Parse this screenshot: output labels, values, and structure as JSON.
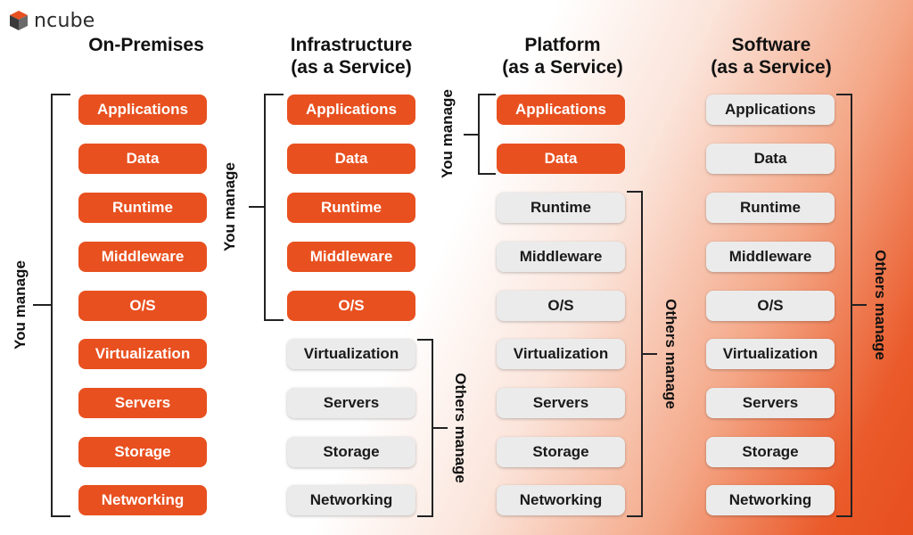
{
  "brand": {
    "name": "ncube"
  },
  "columns": [
    {
      "title": "On-Premises",
      "items": [
        "Applications",
        "Data",
        "Runtime",
        "Middleware",
        "O/S",
        "Virtualization",
        "Servers",
        "Storage",
        "Networking"
      ]
    },
    {
      "title": "Infrastructure\n(as a Service)",
      "items": [
        "Applications",
        "Data",
        "Runtime",
        "Middleware",
        "O/S",
        "Virtualization",
        "Servers",
        "Storage",
        "Networking"
      ]
    },
    {
      "title": "Platform\n(as a Service)",
      "items": [
        "Applications",
        "Data",
        "Runtime",
        "Middleware",
        "O/S",
        "Virtualization",
        "Servers",
        "Storage",
        "Networking"
      ]
    },
    {
      "title": "Software\n(as a Service)",
      "items": [
        "Applications",
        "Data",
        "Runtime",
        "Middleware",
        "O/S",
        "Virtualization",
        "Servers",
        "Storage",
        "Networking"
      ]
    }
  ],
  "labels": {
    "you_manage": "You manage",
    "others_manage": "Others manage"
  },
  "colors": {
    "managed_by_you": "#e8501f",
    "managed_by_others": "#ebebeb"
  }
}
